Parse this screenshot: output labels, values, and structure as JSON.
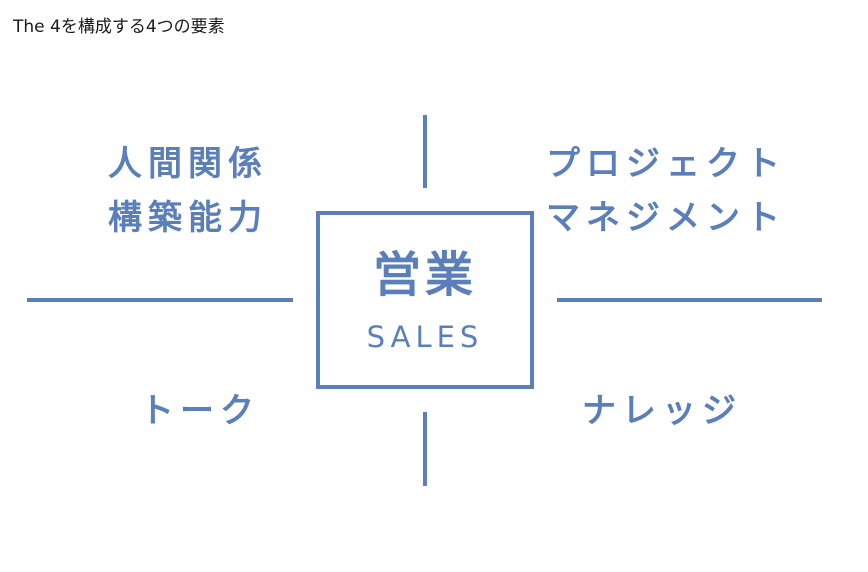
{
  "page_title": "The 4を構成する4つの要素",
  "center": {
    "main": "営業",
    "sub": "SALES"
  },
  "quadrants": {
    "top_left": {
      "line1": "人間関係",
      "line2": "構築能力"
    },
    "top_right": {
      "line1": "プロジェクト",
      "line2": "マネジメント"
    },
    "bottom_left": {
      "line1": "トーク"
    },
    "bottom_right": {
      "line1": "ナレッジ"
    }
  },
  "colors": {
    "accent": "#5b7fba",
    "title_text": "#1a1a1a",
    "background": "#ffffff"
  }
}
